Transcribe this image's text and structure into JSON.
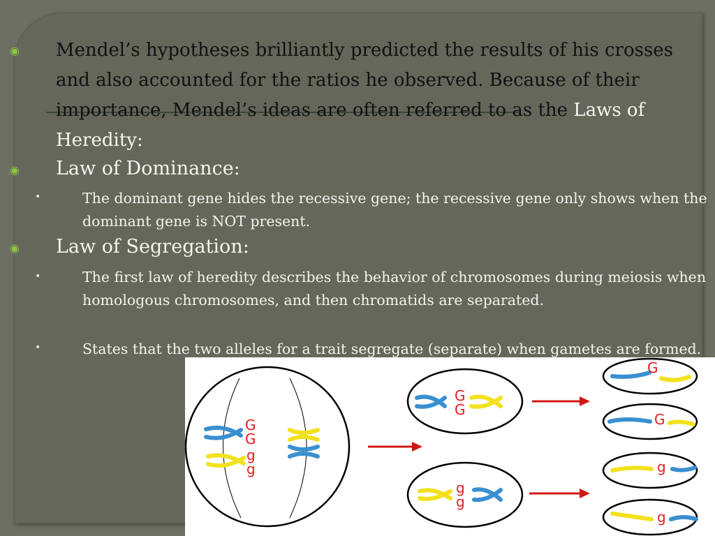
{
  "para1": {
    "text": "Mendel’s hypotheses brilliantly predicted the results of his crosses and also accounted for the ratios he observed.  Because of their importance, Mendel’s ideas are often referred to as the ",
    "highlight": "Laws of Heredity:"
  },
  "heading_dominance": "Law of Dominance:",
  "dominance_text": "The dominant gene hides the recessive gene; the recessive gene only shows when the dominant gene is NOT present.",
  "heading_segregation": "Law of Segregation:",
  "segregation_text1": "The first law of heredity describes the behavior of chromosomes during meiosis when homologous chromosomes, and then chromatids are separated.",
  "segregation_text2": "States that the two alleles for a trait segregate (separate) when gametes are formed.",
  "diagram": {
    "labels": {
      "G": "G",
      "g": "g"
    },
    "colors": {
      "blue": "#3a8fd0",
      "yellow": "#f2e11c",
      "arrow": "#d01818",
      "allele": "#e02020"
    }
  }
}
